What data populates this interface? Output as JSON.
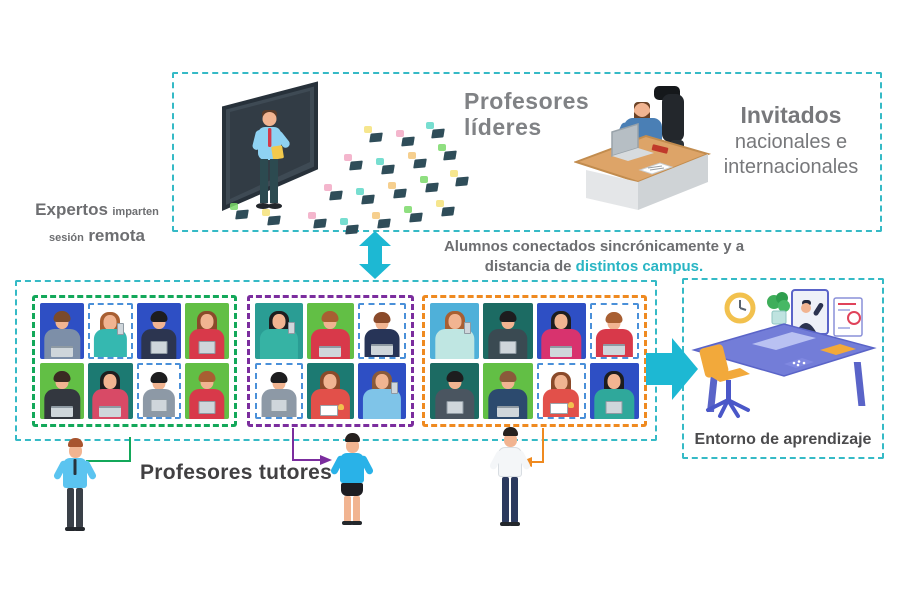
{
  "palette": {
    "teal_border": "#35bac6",
    "teal_arrow": "#1db8d3",
    "teal_text": "#29b5c4",
    "green_border": "#13a85a",
    "purple_border": "#7b2d9e",
    "orange_border": "#ef8a20",
    "gray_text": "#6d6e71",
    "light_gray_text": "#808285",
    "dark_text": "#414042"
  },
  "classroom": {
    "leaders_line1": "Profesores",
    "leaders_line2": "líderes",
    "laptop_color": "#2f4d59",
    "bubble_colors": [
      "#7bd96a",
      "#f5e27a",
      "#f2a9c4",
      "#5fd8c8",
      "#f5c77a"
    ]
  },
  "guests": {
    "title": "Invitados",
    "line2": "nacionales e",
    "line3": "internacionales"
  },
  "experts": {
    "bold1": "Expertos",
    "small1": "imparten",
    "small2": "sesión",
    "bold2": "remota"
  },
  "sync_note": {
    "line1": "Alumnos conectados sincrónicamente y a",
    "line2_prefix": "distancia de ",
    "line2_highlight": "distintos campus."
  },
  "tutors": {
    "label": "Profesores tutores",
    "figures": [
      {
        "type": "male",
        "hair": "#a8542e",
        "shirt": "#5bc4f0",
        "bottom": "#3a4048",
        "tie": true,
        "connector_color": "#13a85a",
        "arrowhead": "none"
      },
      {
        "type": "female",
        "hair": "#26211f",
        "shirt": "#29b2e8",
        "bottom": "#1d1d22",
        "tie": false,
        "connector_color": "#7b2d9e",
        "arrowhead": "right"
      },
      {
        "type": "male",
        "hair": "#26211f",
        "shirt": "#f4f6f8",
        "bottom": "#2b3a5e",
        "tie": false,
        "connector_color": "#ef8a20",
        "arrowhead": "left"
      }
    ]
  },
  "environment": {
    "label": "Entorno de aprendizaje"
  },
  "campus_groups": [
    {
      "name": "campus-1",
      "border_color": "#13a85a",
      "columns": 4,
      "tiles": [
        {
          "bg": "#2e4fc4",
          "hair": "#7a4a2b",
          "long": false,
          "shirt": "#7d8fa8",
          "device": "laptop"
        },
        {
          "bg": "#ffffff",
          "dashed": true,
          "hair": "#a85f32",
          "long": true,
          "shirt": "#35b8b0",
          "device": "phone"
        },
        {
          "bg": "#2e4fc4",
          "hair": "#1d1d1f",
          "long": false,
          "shirt": "#2c3550",
          "device": "tablet"
        },
        {
          "bg": "#62bf45",
          "hair": "#8a4a2a",
          "long": true,
          "shirt": "#d8394a",
          "device": "tablet"
        },
        {
          "bg": "#62bf45",
          "hair": "#3a2a22",
          "long": false,
          "shirt": "#33373f",
          "device": "laptop"
        },
        {
          "bg": "#1c7a72",
          "hair": "#1d1d1f",
          "long": true,
          "shirt": "#d84a66",
          "device": "laptop"
        },
        {
          "bg": "#ffffff",
          "dashed": true,
          "hair": "#1d1d1f",
          "long": false,
          "shirt": "#8d99a6",
          "device": "tablet"
        },
        {
          "bg": "#62bf45",
          "hair": "#a85f32",
          "long": false,
          "shirt": "#d8394a",
          "device": "tablet"
        }
      ]
    },
    {
      "name": "campus-2",
      "border_color": "#7b2d9e",
      "columns": 3,
      "tiles": [
        {
          "bg": "#2a9d94",
          "hair": "#1d1d1f",
          "long": true,
          "shirt": "#36b3a4",
          "device": "phone"
        },
        {
          "bg": "#62bf45",
          "hair": "#a85f32",
          "long": false,
          "shirt": "#d8394a",
          "device": "laptop"
        },
        {
          "bg": "#ffffff",
          "dashed": true,
          "hair": "#8a4a2a",
          "long": false,
          "shirt": "#273457",
          "device": "laptop"
        },
        {
          "bg": "#ffffff",
          "dashed": true,
          "hair": "#1d1d1f",
          "long": false,
          "shirt": "#8d99a6",
          "device": "tablet"
        },
        {
          "bg": "#1c7a72",
          "hair": "#8a4a2a",
          "long": true,
          "shirt": "#e2504a",
          "device": "notepad"
        },
        {
          "bg": "#2e4fc4",
          "hair": "#8a5a3a",
          "long": true,
          "shirt": "#7fc4e8",
          "device": "phone"
        }
      ]
    },
    {
      "name": "campus-3",
      "border_color": "#ef8a20",
      "columns": 4,
      "tiles": [
        {
          "bg": "#4fb0d9",
          "hair": "#a85f32",
          "long": true,
          "shirt": "#bfe6e2",
          "device": "phone"
        },
        {
          "bg": "#1c6b63",
          "hair": "#1d1d1f",
          "long": false,
          "shirt": "#3a4a52",
          "device": "tablet"
        },
        {
          "bg": "#2e4fc4",
          "hair": "#1d1d1f",
          "long": true,
          "shirt": "#d8336e",
          "device": "laptop"
        },
        {
          "bg": "#ffffff",
          "dashed": true,
          "hair": "#a85f32",
          "long": false,
          "shirt": "#d8394a",
          "device": "laptop"
        },
        {
          "bg": "#1c6b63",
          "hair": "#1d1d1f",
          "long": false,
          "shirt": "#4a5560",
          "device": "tablet"
        },
        {
          "bg": "#62bf45",
          "hair": "#8a5a3a",
          "long": false,
          "shirt": "#2c4a6e",
          "device": "laptop"
        },
        {
          "bg": "#ffffff",
          "dashed": true,
          "hair": "#8a4a2a",
          "long": true,
          "shirt": "#e2504a",
          "device": "notepad"
        },
        {
          "bg": "#2e4fc4",
          "hair": "#1d1d1f",
          "long": true,
          "shirt": "#2fa89b",
          "device": "tablet"
        }
      ]
    }
  ]
}
